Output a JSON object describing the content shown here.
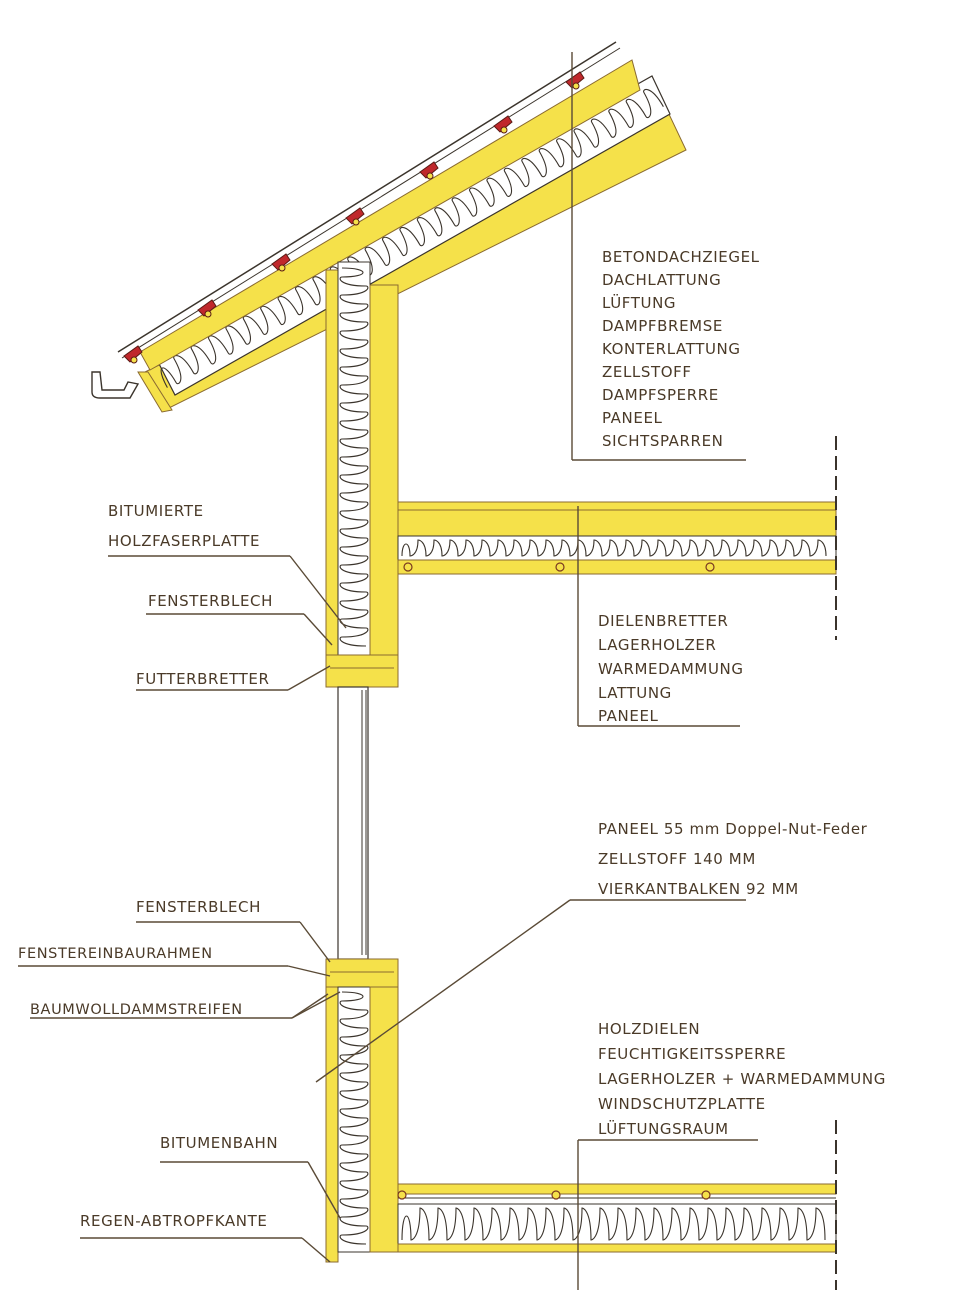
{
  "colors": {
    "wood": "#f5e14a",
    "wood_edge": "#8a6a30",
    "tile": "#c0282c",
    "insulation_line": "#3b342c",
    "leader": "#5a4a36",
    "text": "#4a3a28"
  },
  "roof_labels": [
    "BETONDACHZIEGEL",
    "DACHLATTUNG",
    "LÜFTUNG",
    "DAMPFBREMSE",
    "KONTERLATTUNG",
    "ZELLSTOFF",
    "DAMPFSPERRE",
    "PANEEL",
    "SICHTSPARREN"
  ],
  "ceiling_labels": [
    "DIELENBRETTER",
    "LAGERHOLZER",
    "WARMEDAMMUNG",
    "LATTUNG",
    "PANEEL"
  ],
  "wall_labels": [
    "PANEEL 55 mm Doppel-Nut-Feder",
    "ZELLSTOFF 140 MM",
    "VIERKANTBALKEN 92 MM"
  ],
  "floor_labels": [
    "HOLZDIELEN",
    "FEUCHTIGKEITSSPERRE",
    "LAGERHOLZER + WARMEDAMMUNG",
    "WINDSCHUTZPLATTE",
    "LÜFTUNGSRAUM"
  ],
  "left_labels": {
    "bitumierte": "BITUMIERTE",
    "holzfaserplatte": "HOLZFASERPLATTE",
    "fensterblech_top": "FENSTERBLECH",
    "futterbretter": "FUTTERBRETTER",
    "fensterblech_bottom": "FENSTERBLECH",
    "fenstereinbaurahmen": "FENSTEREINBAURAHMEN",
    "baumwolldammstreifen": "BAUMWOLLDAMMSTREIFEN",
    "bitumenbahn": "BITUMENBAHN",
    "regen_abtropfkante": "REGEN-ABTROPFKANTE"
  }
}
